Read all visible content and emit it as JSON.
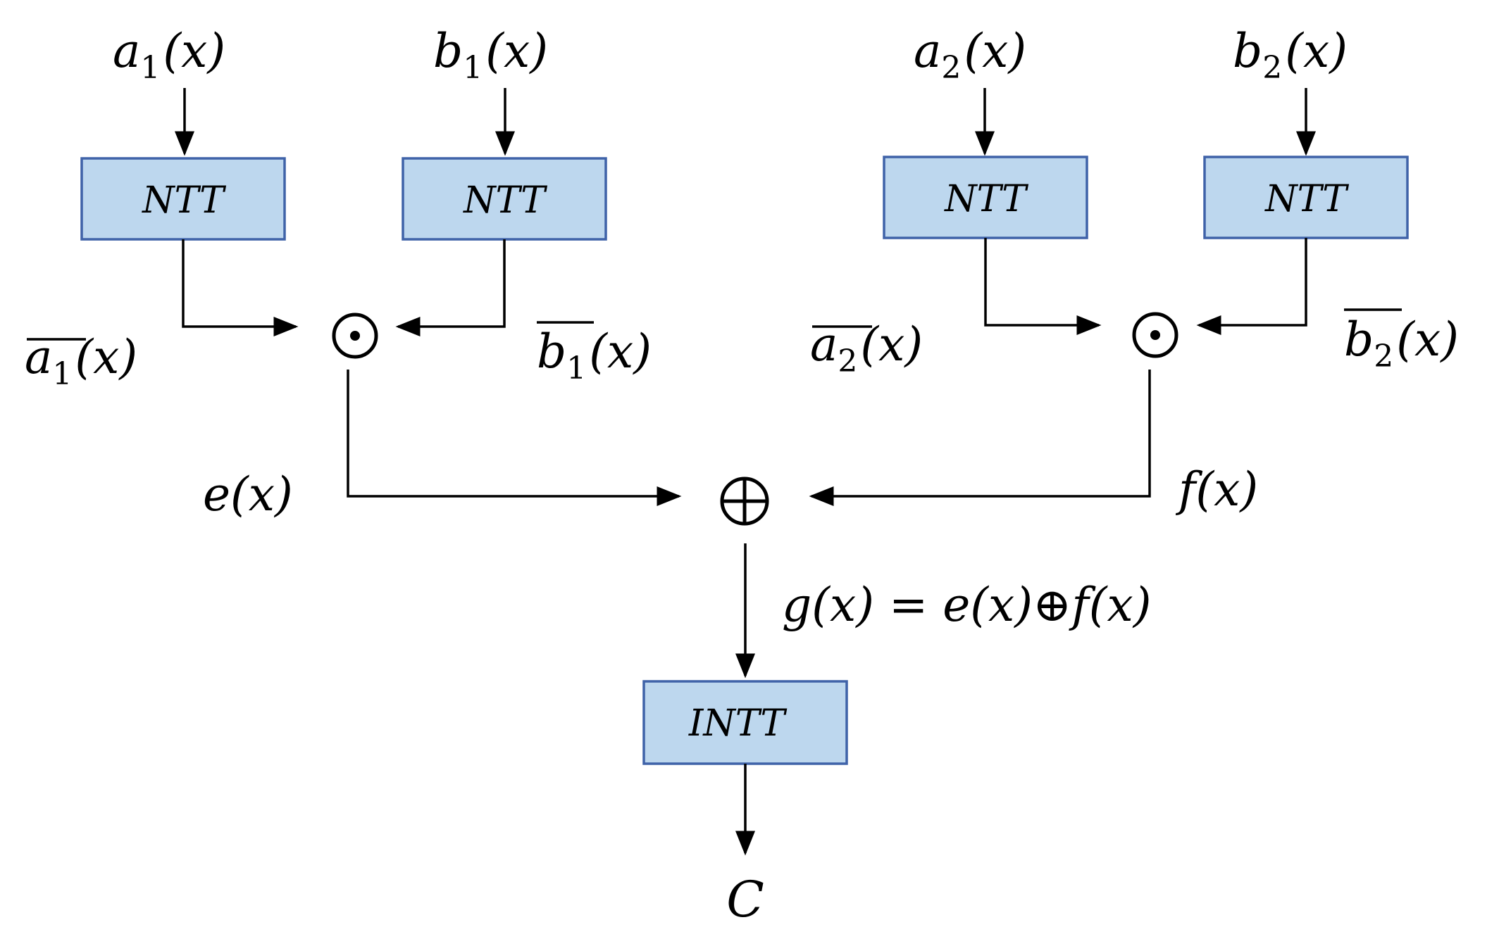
{
  "inputs": {
    "a1": {
      "base": "a",
      "sub": "1",
      "arg": "(x)"
    },
    "b1": {
      "base": "b",
      "sub": "1",
      "arg": "(x)"
    },
    "a2": {
      "base": "a",
      "sub": "2",
      "arg": "(x)"
    },
    "b2": {
      "base": "b",
      "sub": "2",
      "arg": "(x)"
    }
  },
  "transforms": {
    "ntt_label": "NTT",
    "intt_label": "INTT"
  },
  "transformed": {
    "a1_bar": {
      "base": "a",
      "sub": "1",
      "arg": "(x)"
    },
    "b1_bar": {
      "base": "b",
      "sub": "1",
      "arg": "(x)"
    },
    "a2_bar": {
      "base": "a",
      "sub": "2",
      "arg": "(x)"
    },
    "b2_bar": {
      "base": "b",
      "sub": "2",
      "arg": "(x)"
    }
  },
  "intermediates": {
    "e": "e(x)",
    "f": "f(x)",
    "g_lhs": "g(x) = e(x)",
    "g_op": "⊕",
    "g_rhs": "f(x)"
  },
  "output": "C"
}
